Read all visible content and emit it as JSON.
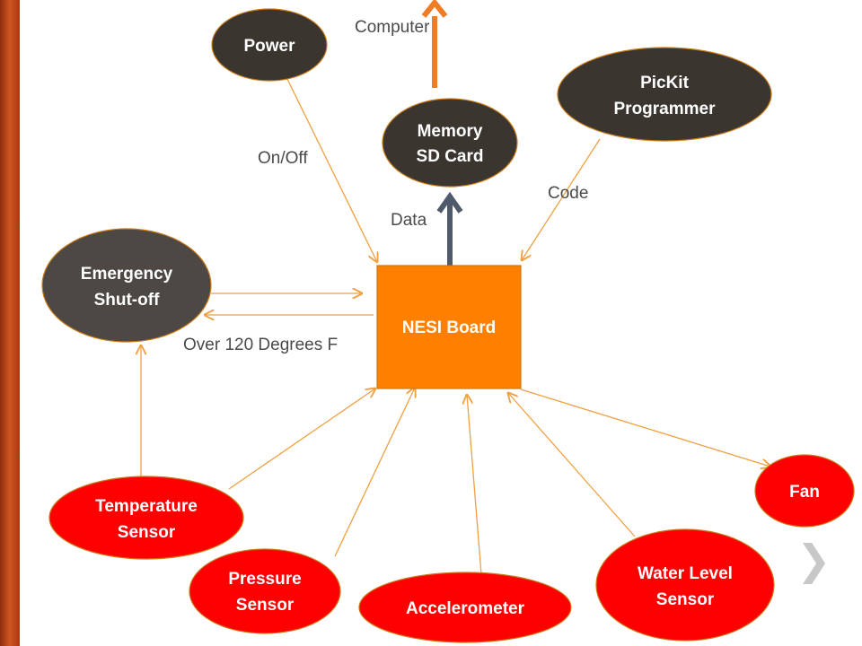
{
  "theme": {
    "sidebar_color": "#c0461a",
    "dark_node": "#3b3530",
    "red_node": "#ff0000",
    "board_fill": "#ff7f00",
    "connector": "#f0a040",
    "outline": "#c87a18",
    "big_arrow_orange": "#f07c24",
    "big_arrow_slate": "#4f5a6b"
  },
  "nodes": {
    "power": {
      "label": "Power"
    },
    "memory": {
      "line1": "Memory",
      "line2": "SD Card"
    },
    "pickit": {
      "line1": "PicKit",
      "line2": "Programmer"
    },
    "emergency": {
      "line1": "Emergency",
      "line2": "Shut-off"
    },
    "nesi_board": {
      "label": "NESI Board"
    },
    "temperature": {
      "line1": "Temperature",
      "line2": "Sensor"
    },
    "pressure": {
      "line1": "Pressure",
      "line2": "Sensor"
    },
    "accelerometer": {
      "label": "Accelerometer"
    },
    "water_level": {
      "line1": "Water Level",
      "line2": "Sensor"
    },
    "fan": {
      "label": "Fan"
    }
  },
  "labels": {
    "computer": "Computer",
    "on_off": "On/Off",
    "code": "Code",
    "data": "Data",
    "over_120": "Over 120 Degrees F"
  },
  "nav": {
    "next_icon": "chevron-right-icon",
    "next_glyph": "❯"
  }
}
